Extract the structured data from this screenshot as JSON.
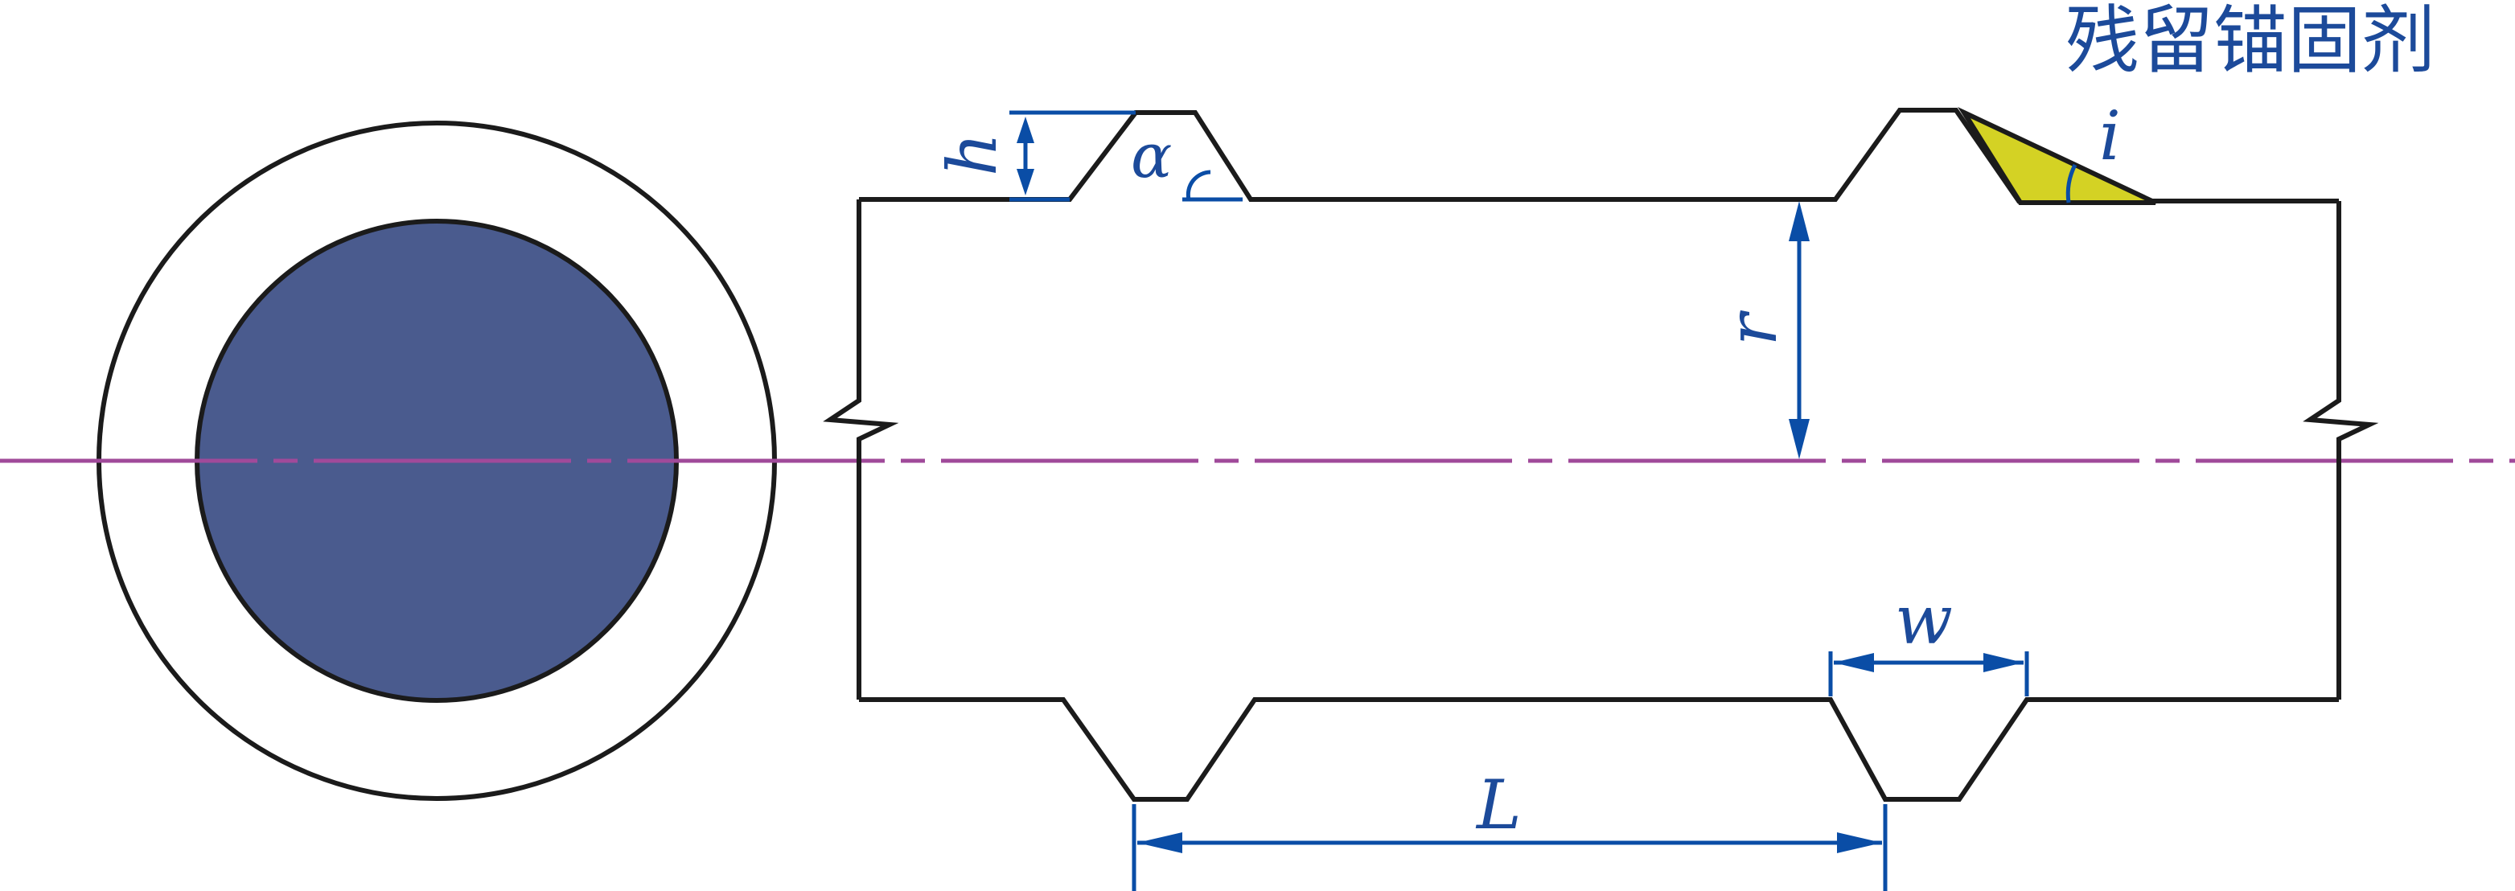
{
  "labels": {
    "residual_agent": "残留锚固剂",
    "h": "h",
    "alpha": "α",
    "i": "i",
    "r": "r",
    "w": "w",
    "L": "L"
  },
  "colors": {
    "outline": "#1b1b1b",
    "bar_fill": "#4a5b8e",
    "dimension": "#0a4da6",
    "label": "#1c4a9a",
    "center_axis": "#a04a9a",
    "residual_fill": "#d4d224"
  }
}
